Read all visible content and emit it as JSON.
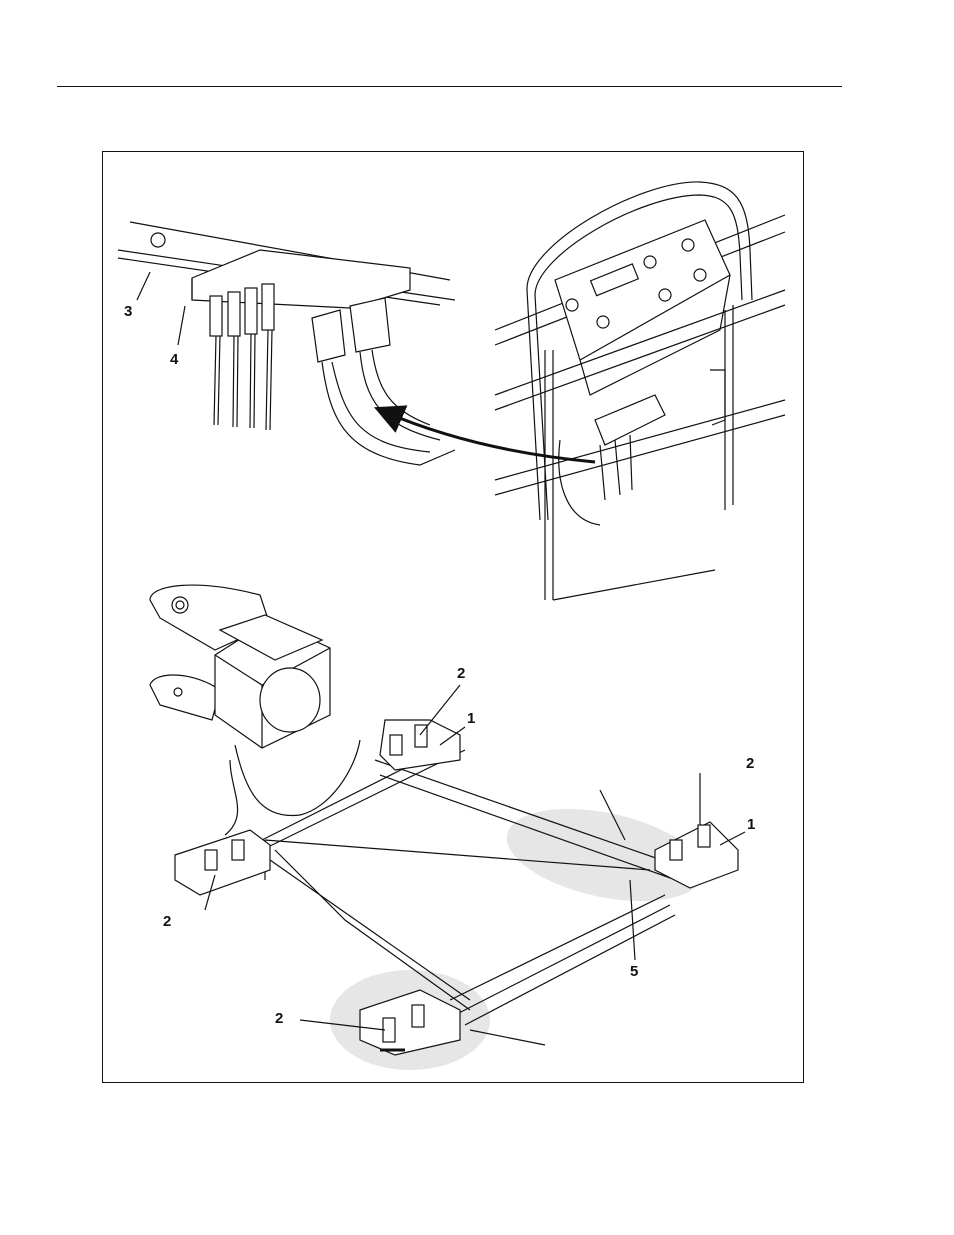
{
  "callouts": {
    "c3": "3",
    "c4": "4",
    "c2a": "2",
    "c1a": "1",
    "c2b": "2",
    "c1b": "1",
    "c2c": "2",
    "c5": "5",
    "c2d": "2"
  }
}
